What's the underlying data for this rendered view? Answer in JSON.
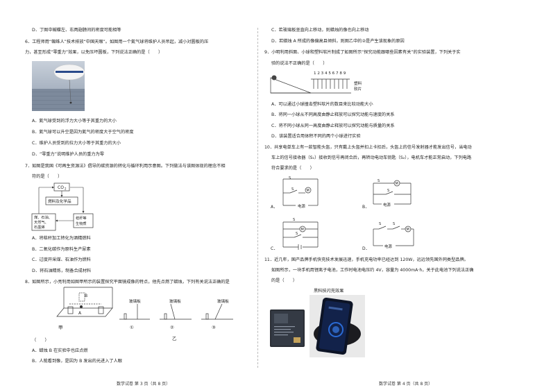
{
  "left": {
    "q5_d": "D．丁图中蝴蝶左、右两翅膀间的密度可能相等",
    "q6_l1": "6．工程师用“蜘蛛人”技术排放“中国天眼”。如图用一个氦气球将维护人员吊起，减小对圆板的压",
    "q6_l2": "力，甚至形成“零重力”效果，以免压坏圆板，下列说法正确的是（　　）",
    "q6_a": "A．氦气球受到的浮力大小等于其重力的大小",
    "q6_b": "B．氦气球可以升空是因为氦气的密度大于空气的密度",
    "q6_c": "C．维护人员受到的拉力大小等于其重力的大小",
    "q6_d": "D．“零重力”说明维护人员的重力为零",
    "q7_l1": "7．如图是我国《可再生资源法》倡导的碳资源的转化与循环利用示意图。下列做法与该图体现的理念不相",
    "q7_l2": "符的是（　　）",
    "q7_box_co2": "CO",
    "q7_box_co2_sub": "2",
    "q7_box_fuel": "燃料及化学品",
    "q7_box_coal_1": "煤、石油、",
    "q7_box_coal_2": "天然气、",
    "q7_box_coal_3": "石墨烯",
    "q7_box_bio_1": "秸秆等",
    "q7_box_bio_2": "生物质",
    "q7_a": "A．将秸秆加工转化为酒精燃料",
    "q7_b": "B．二氧化碳作为原料生产尿素",
    "q7_c": "C．过度开采煤、石油作为燃料",
    "q7_d": "D．将石油精炼，制备合成材料",
    "q8_l1": "8．如图所示，小亮利用如图甲所示的装置探究平面镜成像的特点，他先点燃了蜡烛，下列有关说法正确的是",
    "q8_lbl_a": "A",
    "q8_lbl_b": "B",
    "q8_glass": "玻璃板",
    "q8_n1": "①",
    "q8_n2": "②",
    "q8_n3": "③",
    "q8_jia": "甲",
    "q8_yi": "乙",
    "q8_paren": "（　　）",
    "q8_a": "A．蜡烛 B 在实验中也应点燃",
    "q8_b": "B．人能看到像，是因为 B 发出的光进入了人眼",
    "footer_left": "数学试卷 第 3 页（共 8 页）"
  },
  "right": {
    "q8_c": "C．若玻璃板竖直向上移动，则蜡烛的像也向上移动",
    "q8_d": "D．若蜡烛 A 所成的像偏高且倾斜，则图乙中的②是产生该现象的原因",
    "q9_l1": "9．小明利用斜面、小球和塑料软片制成了如图所示“探究动能跟哪些因素有关”的实验装置，下列关于实",
    "q9_l2": "验的说法不正确的是（　　）",
    "q9_nums": "1 2 3 4 5 6 7 8 9",
    "q9_label1": "塑料",
    "q9_label2": "软片",
    "q9_a": "A．可以通过小球撞击塑料软片的数目来比较动能大小",
    "q9_b": "B．将同一小球从不同高度由静止释放可以探究动能与速度的关系",
    "q9_c": "C．将不同小球从同一高度由静止释放可以探究动能与质量的关系",
    "q9_d": "D．该装置适合用体积不同的两个小球进行实验",
    "q10_l1": "10．共享电单车上有一款智能头盔，只有戴上头盔并扣上卡扣后，头盔上的信号发射器才能发出信号，当电动",
    "q10_l2": "车上的信号接收器（S₁）接收到信号再闭合后，再转动电动车钥匙（S₂），电机车才能正常启动，下列电路",
    "q10_l3": "符合要求的是（　　）",
    "q10_s1": "S",
    "q10_s2": "S",
    "q10_m": "M",
    "q10_power": "电源",
    "q10_opt_a": "A．",
    "q10_opt_b": "B．",
    "q10_opt_c": "C．",
    "q10_opt_d": "D．",
    "q11_l1": "11．近几年，国产品牌手机快充技术发展迅速，手机充电功率已经达到 120W，远远领先国外同类型品牌。",
    "q11_l2": "如图所示，一块手机用锂离子电池，工作时电池电压约 4V，容量为 4000mA·h，关于此电池下列说法正确",
    "q11_l3": "的是（　　）",
    "q11_caption": "黑科技闪充效果",
    "footer_right": "数学试卷 第 4 页（共 8 页）"
  },
  "colors": {
    "sky": "#9aa7b8",
    "phone_glow": "#2a6bd6"
  }
}
